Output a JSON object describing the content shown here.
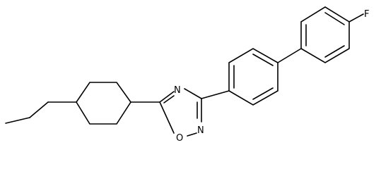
{
  "molecule": {
    "atom_labels": {
      "fluorine": "F",
      "ring_nitrogen_1": "N",
      "ring_nitrogen_2": "N",
      "ring_oxygen": "O"
    }
  },
  "colors": {
    "ink": "#000000",
    "background": "#ffffff"
  }
}
